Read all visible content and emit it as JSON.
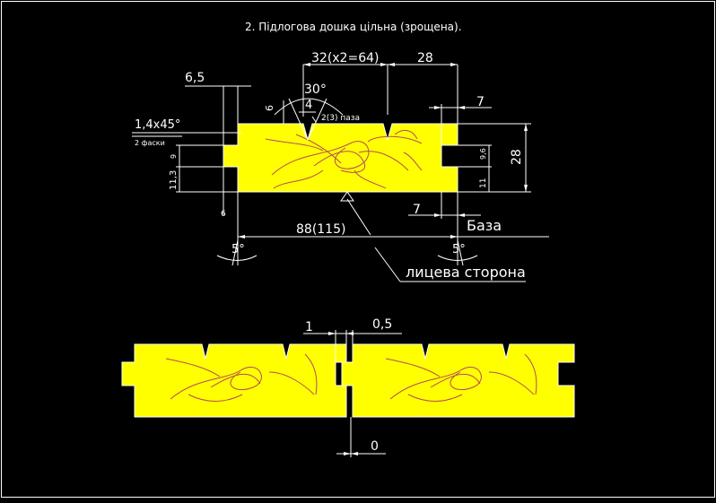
{
  "title": "2. Підлогова дошка цільна (зрощена).",
  "colors": {
    "background": "#000000",
    "board_fill": "#ffff00",
    "grain": "#b54a58",
    "lines": "#ffffff",
    "frame": "#ffffff"
  },
  "profile": {
    "dim_groove_offset": "6,5",
    "dim_groove_spacing": "32(x2=64)",
    "dim_groove_edge": "28",
    "dim_angle_30": "30°",
    "dim_groove_depth": "6",
    "dim_groove_top": "4",
    "dim_groove_count": "2(3) паза",
    "dim_tongue_top": "7",
    "dim_chamfer": "1,4x45°",
    "dim_chamfer_note": "2 фаски",
    "dim_left_9": "9",
    "dim_left_11_3": "11,3",
    "dim_right_9_6": "9,6",
    "dim_right_11": "11",
    "dim_thickness": "28",
    "dim_left_6": "6",
    "dim_bottom_7": "7",
    "base_label": "База",
    "dim_width": "88(115)",
    "dim_angle_left": "5°",
    "dim_angle_right": "5°",
    "face_label": "лицева сторона"
  },
  "joint": {
    "dim_gap_1": "1",
    "dim_gap_0_5": "0,5",
    "dim_gap_0": "0"
  }
}
